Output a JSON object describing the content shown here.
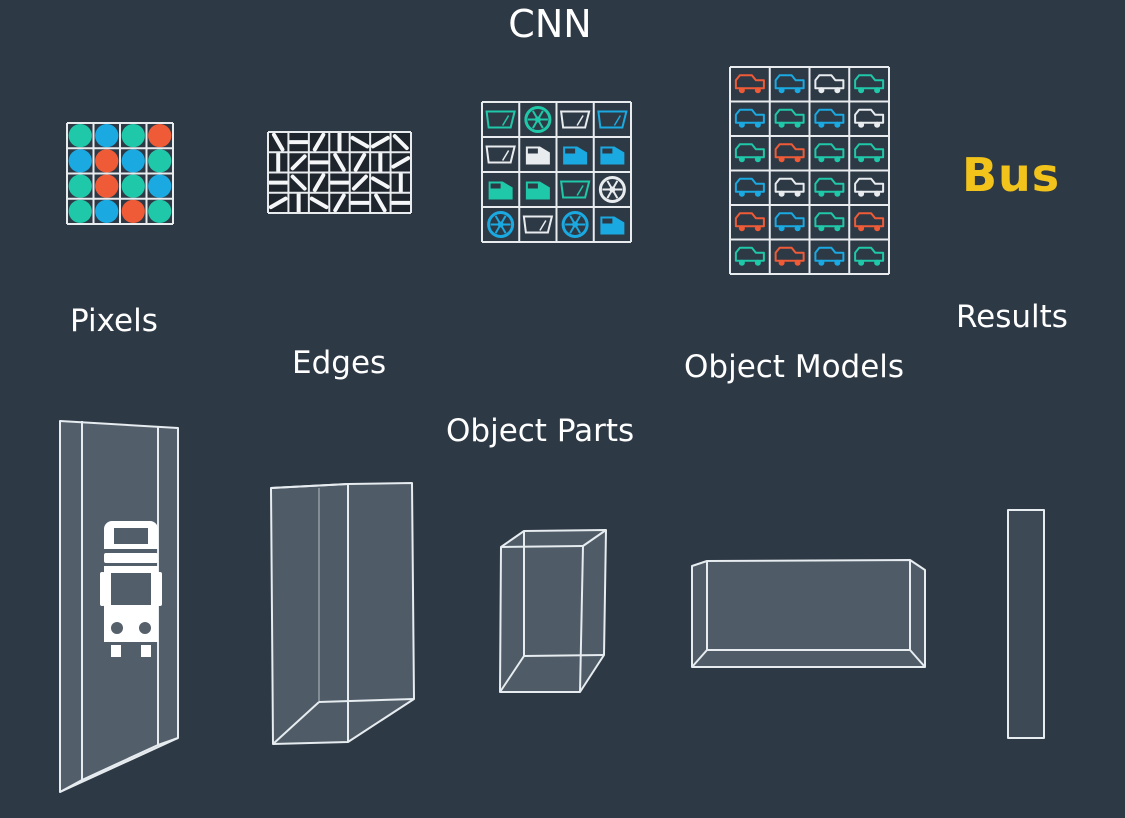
{
  "diagram": {
    "title": "CNN",
    "labels": {
      "pixels": "Pixels",
      "edges": "Edges",
      "object_parts": "Object Parts",
      "object_models": "Object Models",
      "results": "Results"
    },
    "result_word": "Bus"
  },
  "colors": {
    "background": "#2e3946",
    "teal": "#1fc8a8",
    "blue": "#1aa9e0",
    "orange": "#ef5b36",
    "yellow": "#f2c31b",
    "grid_line": "#e8ecef"
  },
  "pixel_grid": [
    [
      "teal",
      "blue",
      "teal",
      "orange"
    ],
    [
      "blue",
      "orange",
      "blue",
      "teal"
    ],
    [
      "teal",
      "orange",
      "teal",
      "blue"
    ],
    [
      "teal",
      "blue",
      "orange",
      "teal"
    ]
  ],
  "edge_angles": [
    [
      60,
      0,
      120,
      90,
      30,
      150,
      45
    ],
    [
      90,
      135,
      0,
      60,
      120,
      90,
      150
    ],
    [
      0,
      45,
      120,
      0,
      135,
      30,
      90
    ],
    [
      150,
      90,
      30,
      120,
      0,
      60,
      0
    ]
  ],
  "parts_grid": [
    [
      "windshield",
      "wheel",
      "windshield",
      "windshield"
    ],
    [
      "windshield",
      "door",
      "door",
      "door"
    ],
    [
      "door",
      "door",
      "windshield",
      "wheel"
    ],
    [
      "wheel",
      "windshield",
      "wheel",
      "door"
    ]
  ],
  "parts_colors": [
    [
      "teal",
      "teal",
      "white",
      "blue"
    ],
    [
      "white",
      "white",
      "blue",
      "blue"
    ],
    [
      "teal",
      "teal",
      "teal",
      "white"
    ],
    [
      "blue",
      "white",
      "blue",
      "blue"
    ]
  ],
  "models_grid": [
    [
      "orange",
      "blue",
      "white",
      "teal"
    ],
    [
      "blue",
      "teal",
      "blue",
      "white"
    ],
    [
      "teal",
      "orange",
      "teal",
      "teal"
    ],
    [
      "blue",
      "white",
      "teal",
      "white"
    ],
    [
      "orange",
      "blue",
      "teal",
      "orange"
    ],
    [
      "teal",
      "orange",
      "blue",
      "teal"
    ]
  ]
}
